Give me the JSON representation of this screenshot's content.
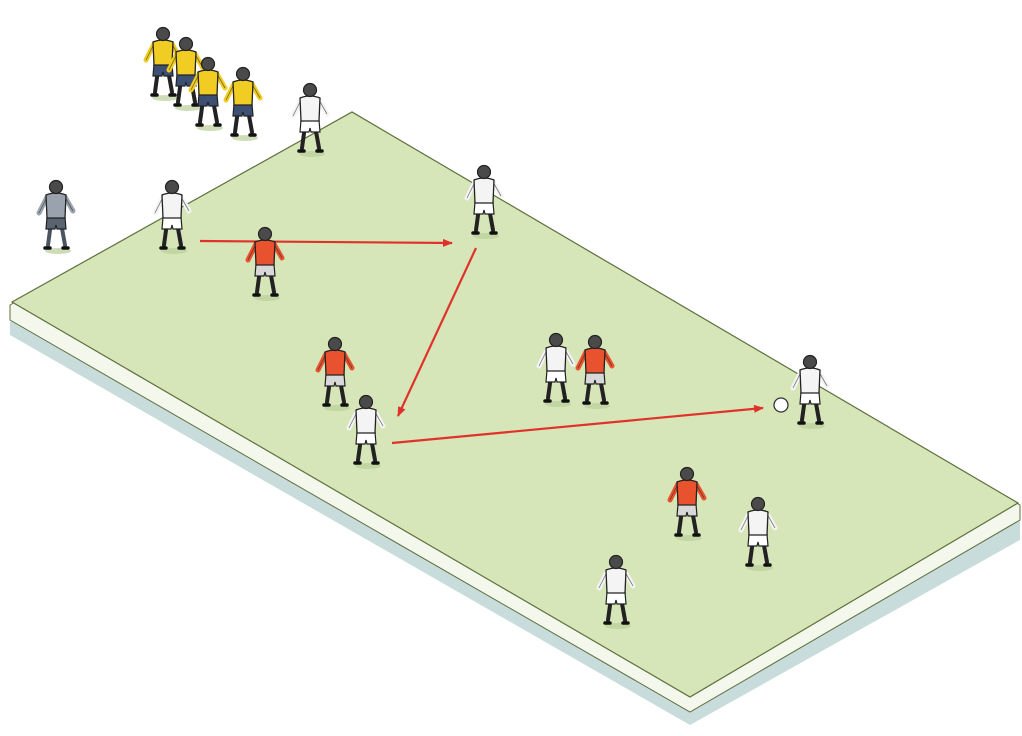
{
  "colors": {
    "background": "#ffffff",
    "pitch": "#d6e6b8",
    "pitch_edge": "#f4f8ec",
    "pitch_shadow": "#c9dcdc",
    "outline": "#5d6f3c",
    "arrow": "#e0322a",
    "kit_white": "#f4f4f4",
    "kit_red": "#e8522e",
    "kit_yellow": "#f1cc23",
    "kit_navy": "#3c4f75",
    "kit_coach": "#9aa3ad",
    "skin": "#4a4a4a",
    "ball": "#ffffff"
  },
  "pitch": {
    "surface": "grass-drill-area",
    "icon": "training-pitch"
  },
  "players": [
    {
      "id": "yellow-1",
      "team": "waiting",
      "kit": "yellow"
    },
    {
      "id": "yellow-2",
      "team": "waiting",
      "kit": "yellow"
    },
    {
      "id": "yellow-3",
      "team": "waiting",
      "kit": "yellow"
    },
    {
      "id": "yellow-4",
      "team": "waiting",
      "kit": "yellow"
    },
    {
      "id": "coach",
      "team": "coach",
      "kit": "coach"
    },
    {
      "id": "white-top",
      "team": "attack",
      "kit": "white"
    },
    {
      "id": "white-passer",
      "team": "attack",
      "kit": "white"
    },
    {
      "id": "white-receiver-1",
      "team": "attack",
      "kit": "white"
    },
    {
      "id": "white-receiver-2",
      "team": "attack",
      "kit": "white"
    },
    {
      "id": "white-middle",
      "team": "attack",
      "kit": "white"
    },
    {
      "id": "white-striker",
      "team": "attack",
      "kit": "white"
    },
    {
      "id": "white-bottom-right",
      "team": "attack",
      "kit": "white"
    },
    {
      "id": "white-bottom",
      "team": "attack",
      "kit": "white"
    },
    {
      "id": "red-1",
      "team": "defend",
      "kit": "red"
    },
    {
      "id": "red-2",
      "team": "defend",
      "kit": "red"
    },
    {
      "id": "red-3",
      "team": "defend",
      "kit": "red"
    },
    {
      "id": "red-4",
      "team": "defend",
      "kit": "red"
    }
  ],
  "passes": [
    {
      "from": "white-passer",
      "to": "white-receiver-1"
    },
    {
      "from": "white-receiver-1",
      "to": "white-receiver-2"
    },
    {
      "from": "white-receiver-2",
      "to": "ball"
    }
  ],
  "ball": {
    "icon": "football-icon"
  }
}
